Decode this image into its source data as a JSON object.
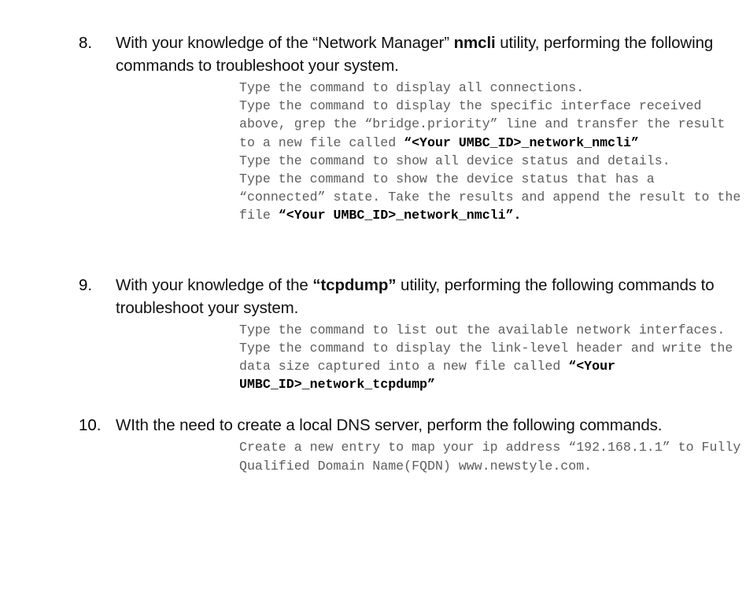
{
  "document": {
    "type": "assignment-question-list",
    "items": [
      {
        "number": "8.",
        "heading_parts": [
          {
            "text": "With your knowledge of the “Network Manager” ",
            "bold": false
          },
          {
            "text": "nmcli",
            "bold": true
          },
          {
            "text": " utility, performing the following commands to troubleshoot your system.",
            "bold": false
          }
        ],
        "heading_plain": "With your knowledge of the “Network Manager” nmcli utility, performing the following commands to troubleshoot your system.",
        "code_lines": [
          {
            "parts": [
              {
                "text": "Type the command to display all connections.",
                "bold": false
              }
            ]
          },
          {
            "parts": [
              {
                "text": "Type the command to display the specific interface received above, grep the “bridge.priority” line and transfer the result to a new file called ",
                "bold": false
              },
              {
                "text": "“<Your UMBC_ID>_network_nmcli”",
                "bold": true
              }
            ]
          },
          {
            "parts": [
              {
                "text": "Type the command to show all device status and details.",
                "bold": false
              }
            ]
          },
          {
            "parts": [
              {
                "text": "Type the command to show the device status that has a “connected” state. Take the results and append the result to the file ",
                "bold": false
              },
              {
                "text": "“<Your UMBC_ID>_network_nmcli”.",
                "bold": true
              }
            ]
          }
        ]
      },
      {
        "number": "9.",
        "heading_parts": [
          {
            "text": "With your knowledge of the ",
            "bold": false
          },
          {
            "text": "“tcpdump”",
            "bold": true
          },
          {
            "text": " utility, performing the following commands to troubleshoot your system.",
            "bold": false
          }
        ],
        "heading_plain": "With your knowledge of the “tcpdump” utility, performing the following commands to troubleshoot your system.",
        "code_lines": [
          {
            "parts": [
              {
                "text": "Type the command to list out the available network interfaces.",
                "bold": false
              }
            ]
          },
          {
            "parts": [
              {
                "text": "Type the command to display the link-level header and write the data size captured into a new file called ",
                "bold": false
              },
              {
                "text": "“<Your UMBC_ID>_network_tcpdump”",
                "bold": true
              }
            ]
          }
        ]
      },
      {
        "number": "10.",
        "heading_parts": [
          {
            "text": "WIth the need to create a local DNS server, perform the following commands.",
            "bold": false
          }
        ],
        "heading_plain": "WIth the need to create a local DNS server, perform the following commands.",
        "code_lines": [
          {
            "parts": [
              {
                "text": "Create a new entry to map your ip address “192.168.1.1” to Fully Qualified Domain Name(FQDN) www.newstyle.com.",
                "bold": false
              }
            ]
          }
        ]
      }
    ]
  },
  "colors": {
    "page_background": "#ffffff",
    "heading_text": "#111111",
    "code_text": "#5e5e5e",
    "code_bold_text": "#000000"
  }
}
